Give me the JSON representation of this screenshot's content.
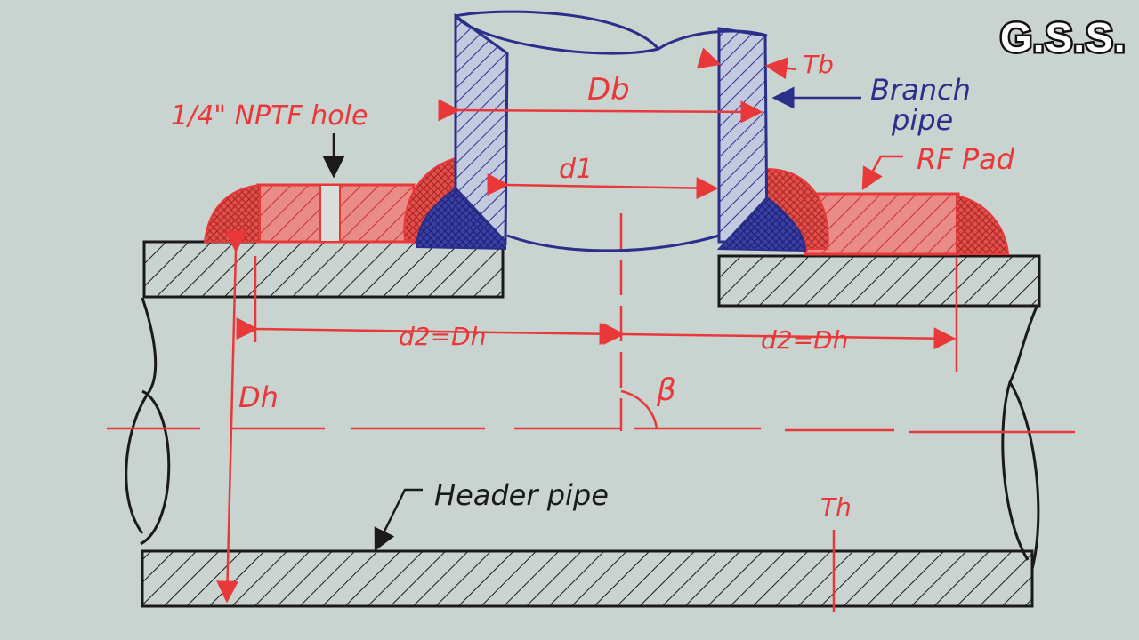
{
  "logo": "G.S.S.",
  "labels": {
    "nptf_hole": "1/4\" NPTF hole",
    "branch_pipe_line1": "Branch",
    "branch_pipe_line2": "pipe",
    "rf_pad": "RF Pad",
    "header_pipe": "Header pipe",
    "db": "Db",
    "tb": "Tb",
    "d1": "d1",
    "d2_left": "d2=Dh",
    "d2_right": "d2=Dh",
    "dh": "Dh",
    "th": "Th",
    "beta": "β"
  },
  "colors": {
    "paper": "#c9d3d0",
    "red": "#e8383a",
    "blue": "#2a2f8a",
    "black": "#1a1a1a"
  }
}
